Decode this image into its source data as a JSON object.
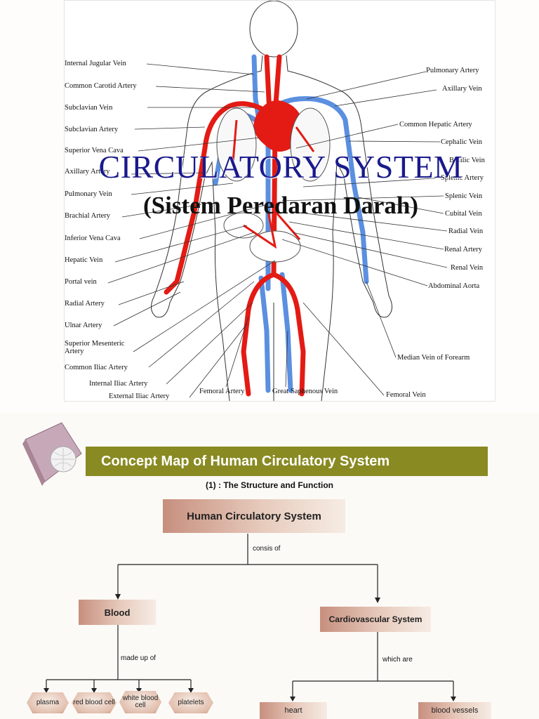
{
  "slide1": {
    "title": "CIRCULATORY SYSTEM",
    "subtitle": "(Sistem Peredaran Darah)",
    "labels_left": [
      "Internal Jugular Vein",
      "Common Carotid Artery",
      "Subclavian Vein",
      "Subclavian Artery",
      "Superior Vena Cava",
      "Axillary Artery",
      "Pulmonary Vein",
      "Brachial Artery",
      "Inferior Vena Cava",
      "Hepatic Vein",
      "Portal vein",
      "Radial Artery",
      "Ulnar Artery",
      "Superior Mesenteric Artery",
      "Common Iliac Artery",
      "Internal Iliac Artery",
      "External Iliac Artery"
    ],
    "labels_right": [
      "Pulmonary Artery",
      "Axillary Vein",
      "Common Hepatic Artery",
      "Cephalic Vein",
      "Basilic Vein",
      "Splenic Artery",
      "Splenic Vein",
      "Cubital Vein",
      "Radial Vein",
      "Renal Artery",
      "Renal Vein",
      "Abdominal Aorta",
      "Median Vein of Forearm",
      "Femoral Vein"
    ],
    "labels_bottom": [
      "Femoral Artery",
      "Great Saphenous Vein"
    ],
    "colors": {
      "artery": "#e31b14",
      "vein": "#5b8fe0",
      "title": "#1a1a8c"
    }
  },
  "slide2": {
    "banner": "Concept Map of Human Circulatory System",
    "subtitle": "(1) : The Structure and Function",
    "root": "Human Circulatory System",
    "root_link": "consis of",
    "blood": "Blood",
    "blood_link": "made up of",
    "blood_parts": [
      "plasma",
      "red blood cell",
      "white blood cell",
      "platelets"
    ],
    "cardio": "Cardiovascular System",
    "cardio_link": "which are",
    "cardio_parts": [
      "heart",
      "blood vessels"
    ],
    "colors": {
      "banner": "#898a22"
    }
  }
}
